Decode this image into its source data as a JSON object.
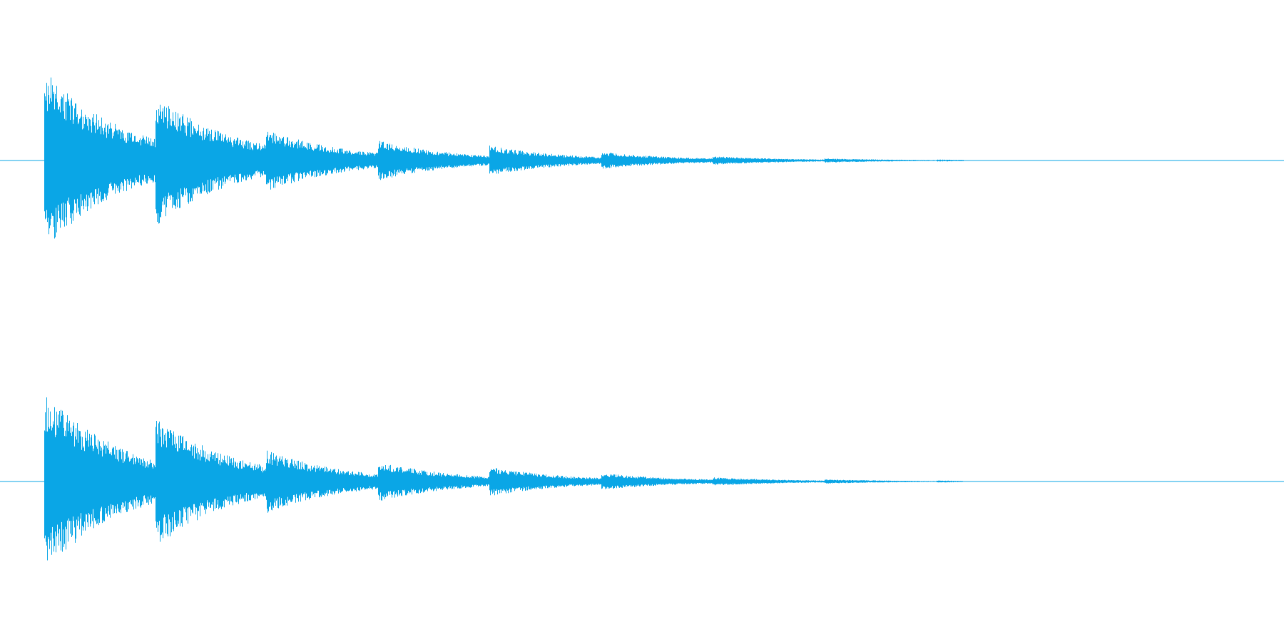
{
  "waveform": {
    "color": "#0aa6e6",
    "channels": [
      {
        "name": "left",
        "peak": 0.86
      },
      {
        "name": "right",
        "peak": 0.85
      }
    ],
    "hits": [
      {
        "t": 0.034,
        "amp": 0.86,
        "decay": 0.06
      },
      {
        "t": 0.121,
        "amp": 0.62,
        "decay": 0.06
      },
      {
        "t": 0.207,
        "amp": 0.3,
        "decay": 0.06
      },
      {
        "t": 0.294,
        "amp": 0.19,
        "decay": 0.06
      },
      {
        "t": 0.381,
        "amp": 0.14,
        "decay": 0.06
      },
      {
        "t": 0.468,
        "amp": 0.08,
        "decay": 0.06
      },
      {
        "t": 0.555,
        "amp": 0.04,
        "decay": 0.06
      },
      {
        "t": 0.642,
        "amp": 0.02,
        "decay": 0.06
      },
      {
        "t": 0.729,
        "amp": 0.01,
        "decay": 0.04
      }
    ],
    "signal_end": 0.75
  }
}
